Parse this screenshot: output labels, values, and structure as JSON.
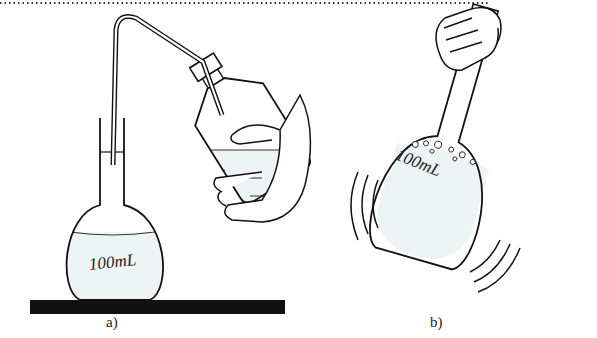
{
  "diagram": {
    "labels": [
      "100mL",
      "100mL",
      "a)",
      "b)"
    ]
  }
}
